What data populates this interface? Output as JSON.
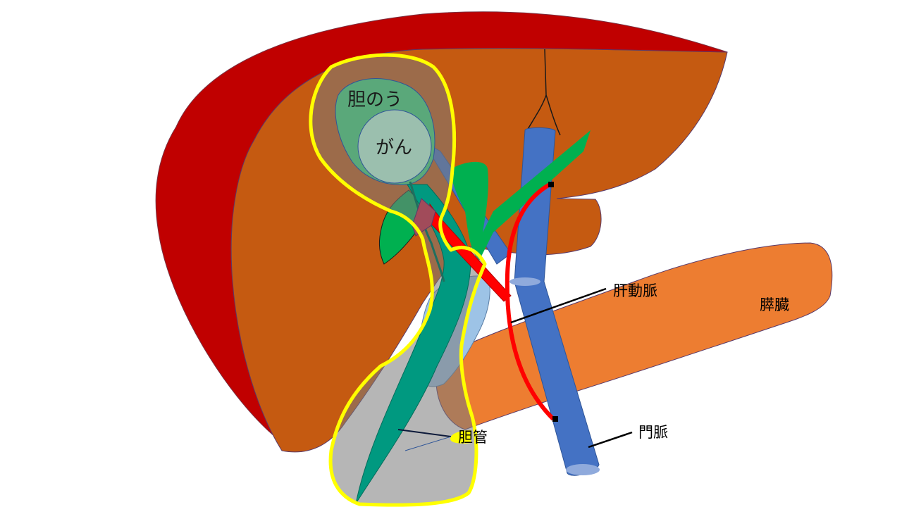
{
  "labels": {
    "gallbladder": "胆のう",
    "cancer": "がん",
    "hepatic_artery": "肝動脈",
    "pancreas": "膵臓",
    "portal_vein": "門脈",
    "bile_duct": "胆管"
  },
  "colors": {
    "liver_top": "#c00000",
    "liver": "#c55a11",
    "pancreas": "#ed7d31",
    "portal_vein": "#4472c4",
    "hepatic_artery": "#ff0000",
    "bile_duct": "#009980",
    "bile_branch": "#00b050",
    "gallbladder": "#5aa87a",
    "cancer": "#9bbfae",
    "resection_outline": "#ffff00",
    "resection_fill": "#8a7a6a",
    "duodenum": "#9dc3e6"
  }
}
